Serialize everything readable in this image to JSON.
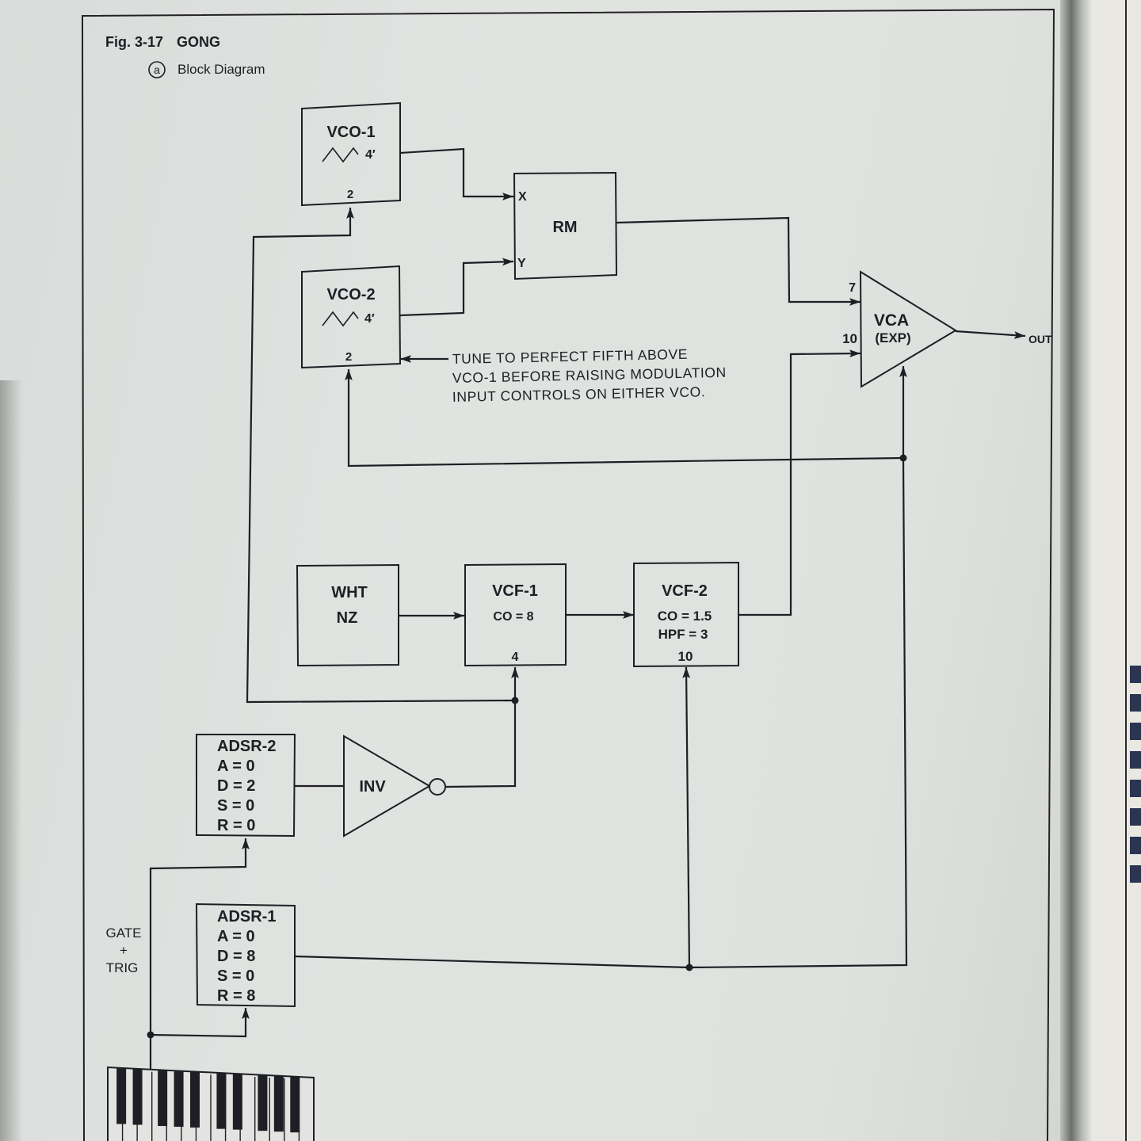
{
  "figure": {
    "number": "Fig. 3-17",
    "title": "GONG",
    "sub_marker": "a",
    "subtitle": "Block Diagram"
  },
  "blocks": {
    "vco1": {
      "name": "VCO-1",
      "waveform": "triangle-icon",
      "footage": "4′",
      "input": "2"
    },
    "vco2": {
      "name": "VCO-2",
      "waveform": "triangle-icon",
      "footage": "4′",
      "input": "2"
    },
    "rm": {
      "name": "RM",
      "input_x": "X",
      "input_y": "Y"
    },
    "vca": {
      "name": "VCA",
      "mode": "(EXP)",
      "input_top": "7",
      "input_bottom": "10"
    },
    "noise": {
      "line1": "WHT",
      "line2": "NZ"
    },
    "vcf1": {
      "name": "VCF-1",
      "param1": "CO = 8",
      "input": "4"
    },
    "vcf2": {
      "name": "VCF-2",
      "param1": "CO = 1.5",
      "param2": "HPF = 3",
      "input": "10"
    },
    "adsr2": {
      "name": "ADSR-2",
      "a": "A = 0",
      "d": "D = 2",
      "s": "S = 0",
      "r": "R = 0"
    },
    "adsr1": {
      "name": "ADSR-1",
      "a": "A = 0",
      "d": "D = 8",
      "s": "S = 0",
      "r": "R = 8"
    },
    "inv": {
      "name": "INV"
    }
  },
  "labels": {
    "out": "OUT",
    "gate_line1": "GATE",
    "gate_line2": "+",
    "gate_line3": "TRIG",
    "note_line1": "TUNE TO PERFECT FIFTH ABOVE",
    "note_line2": "VCO-1 BEFORE RAISING MODULATION",
    "note_line3": "INPUT CONTROLS ON EITHER VCO."
  },
  "keyboard": {
    "icon": "keyboard-icon"
  },
  "colors": {
    "ink": "#1d1f24",
    "paper": "#dfe1df"
  }
}
